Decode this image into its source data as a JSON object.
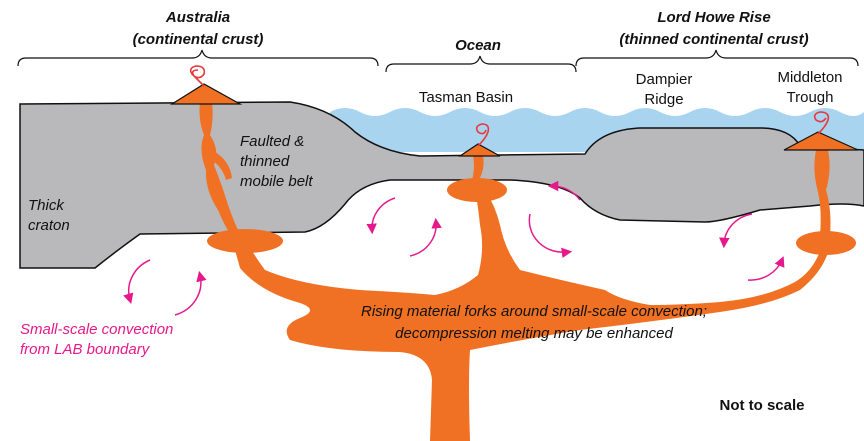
{
  "headers": {
    "australia": {
      "line1": "Australia",
      "line2": "(continental crust)"
    },
    "ocean": {
      "line1": "Ocean"
    },
    "lord_howe": {
      "line1": "Lord Howe Rise",
      "line2": "(thinned continental crust)"
    }
  },
  "features": {
    "tasman_basin": "Tasman Basin",
    "dampier": {
      "line1": "Dampier",
      "line2": "Ridge"
    },
    "middleton": {
      "line1": "Middleton",
      "line2": "Trough"
    },
    "faulted": {
      "line1": "Faulted &",
      "line2": "thinned",
      "line3": "mobile belt"
    },
    "craton": {
      "line1": "Thick",
      "line2": "craton"
    }
  },
  "annotations": {
    "convection": {
      "line1": "Small-scale convection",
      "line2": "from LAB boundary"
    },
    "rising": {
      "line1": "Rising material forks around small-scale convection;",
      "line2": "decompression melting may be enhanced"
    },
    "not_to_scale": "Not to scale"
  },
  "colors": {
    "crust": "#b9b9bb",
    "ocean": "#a8d4f0",
    "magma": "#f07124",
    "convection": "#e6198c",
    "outline": "#111111"
  }
}
